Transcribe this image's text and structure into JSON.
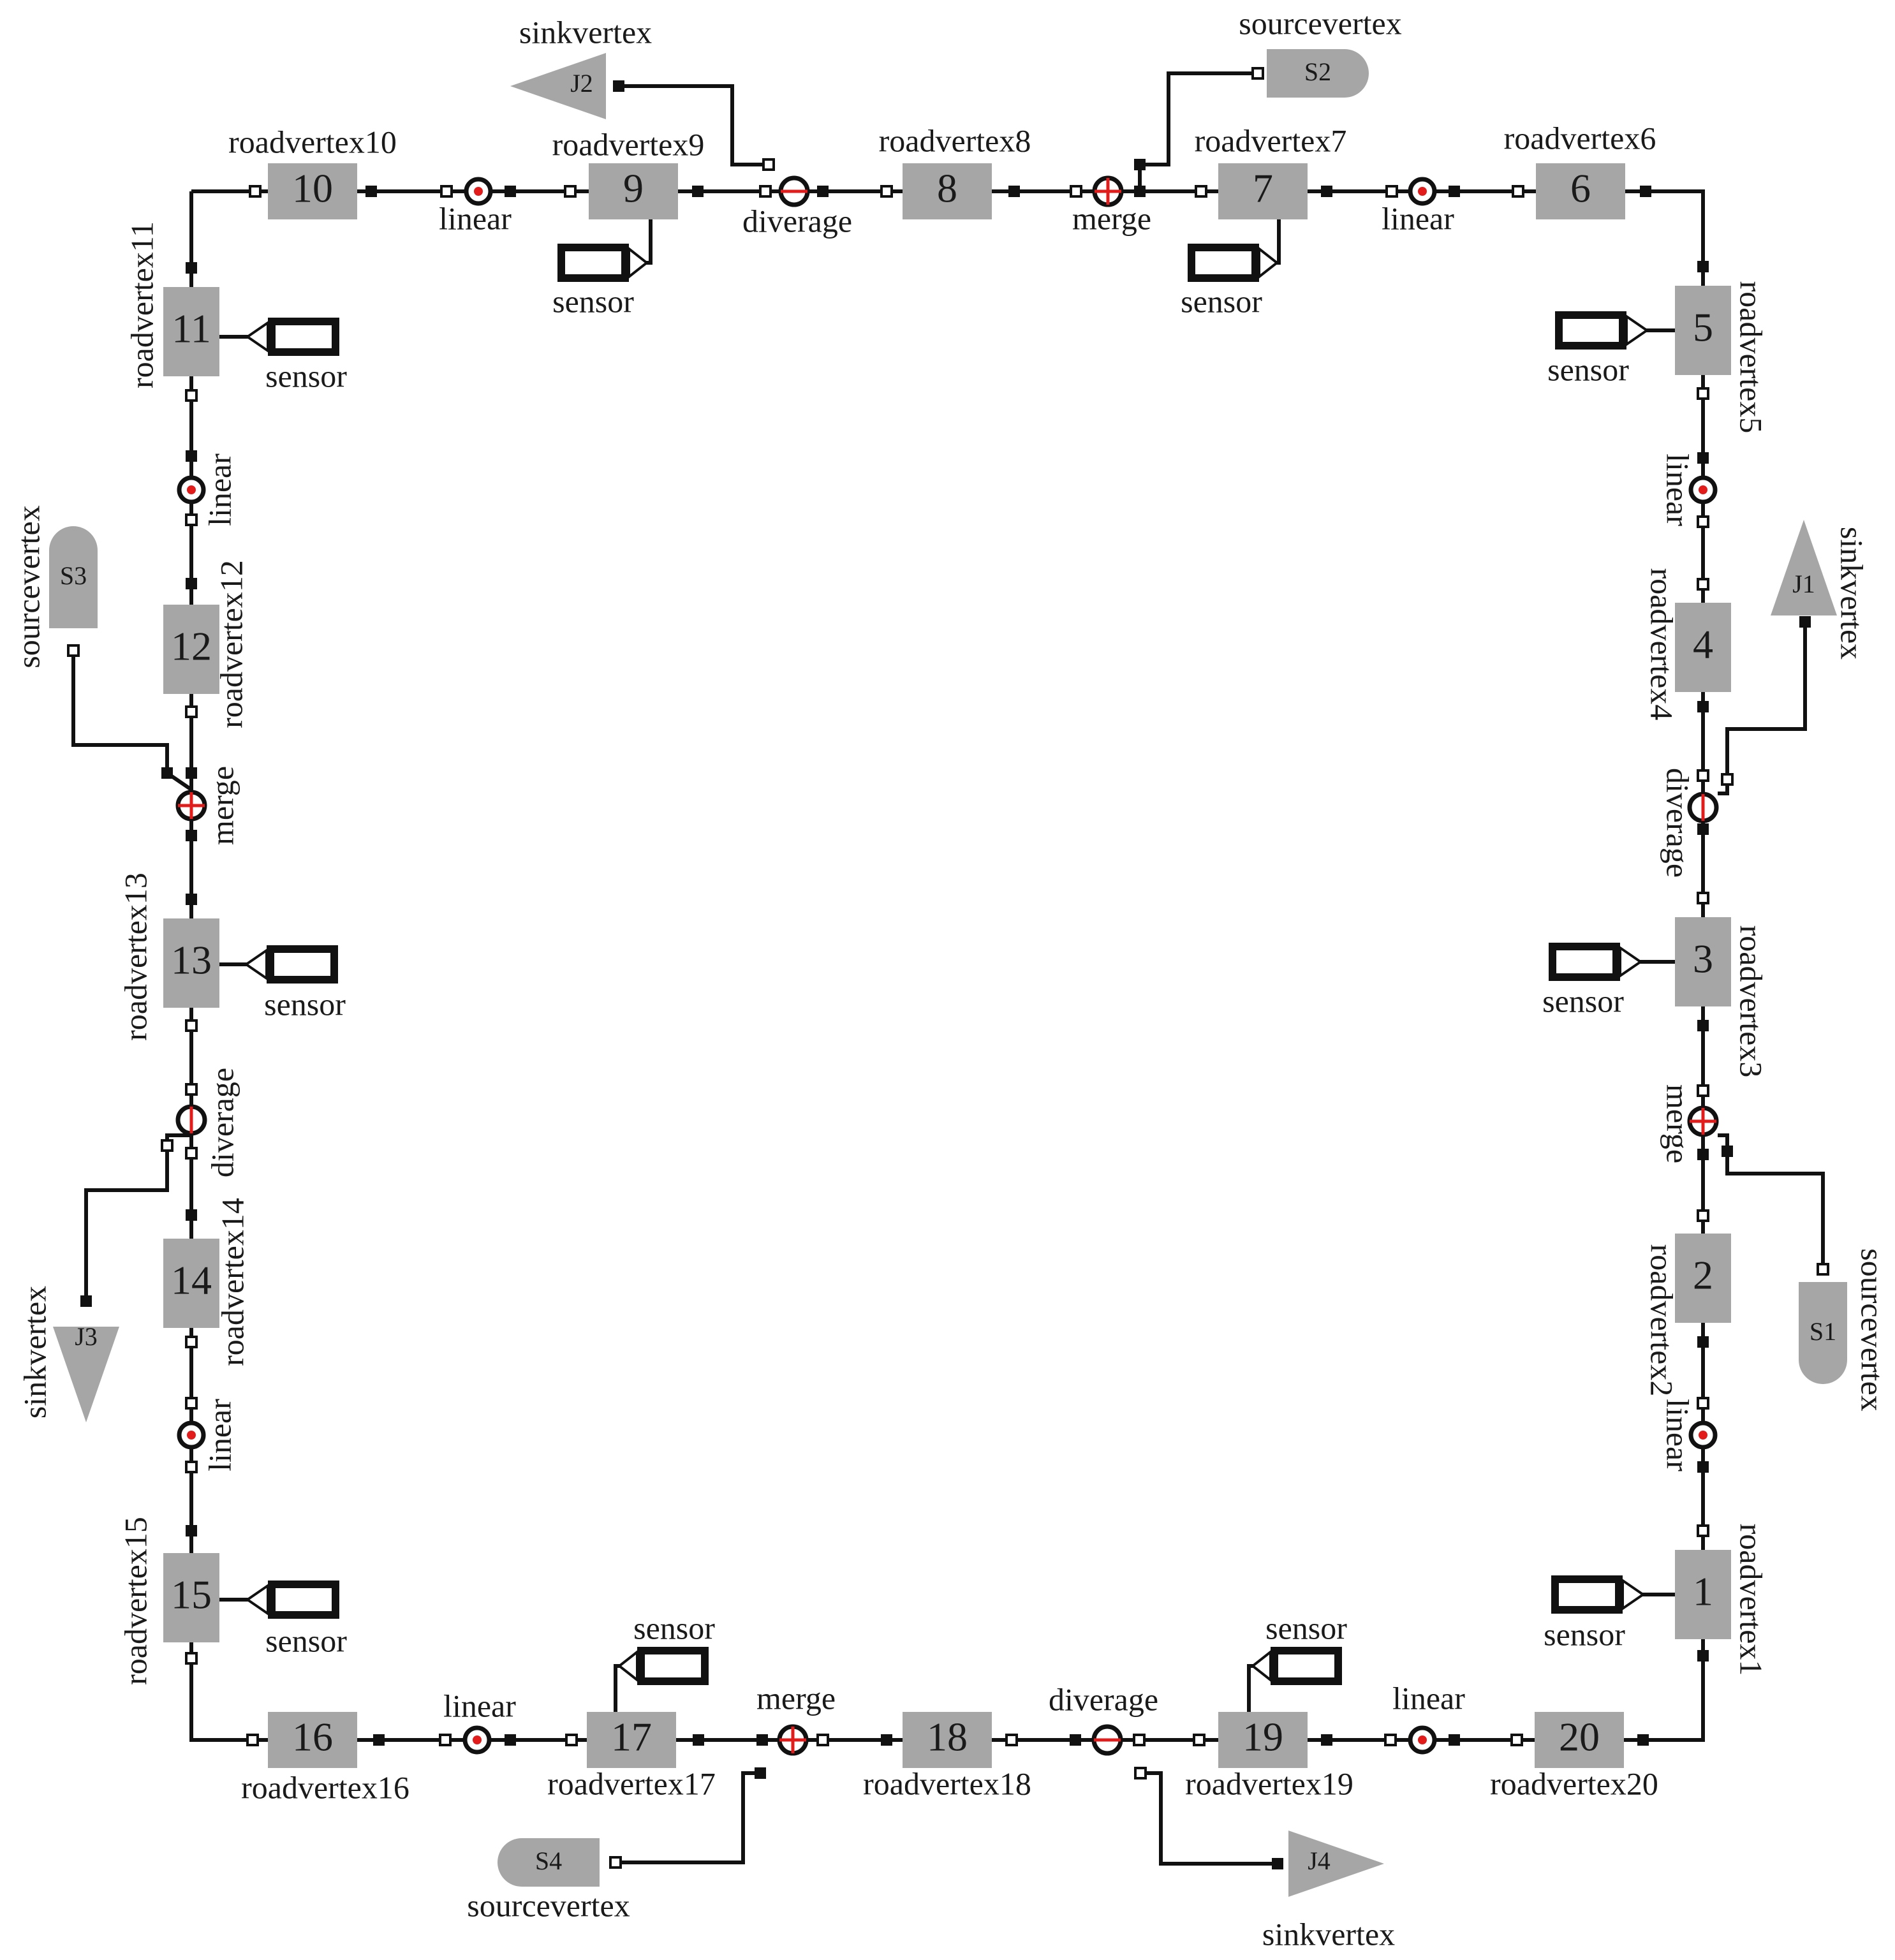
{
  "road_vertices": [
    {
      "num": "1",
      "name": "roadvertex1"
    },
    {
      "num": "2",
      "name": "roadvertex2"
    },
    {
      "num": "3",
      "name": "roadvertex3"
    },
    {
      "num": "4",
      "name": "roadvertex4"
    },
    {
      "num": "5",
      "name": "roadvertex5"
    },
    {
      "num": "6",
      "name": "roadvertex6"
    },
    {
      "num": "7",
      "name": "roadvertex7"
    },
    {
      "num": "8",
      "name": "roadvertex8"
    },
    {
      "num": "9",
      "name": "roadvertex9"
    },
    {
      "num": "10",
      "name": "roadvertex10"
    },
    {
      "num": "11",
      "name": "roadvertex11"
    },
    {
      "num": "12",
      "name": "roadvertex12"
    },
    {
      "num": "13",
      "name": "roadvertex13"
    },
    {
      "num": "14",
      "name": "roadvertex14"
    },
    {
      "num": "15",
      "name": "roadvertex15"
    },
    {
      "num": "16",
      "name": "roadvertex16"
    },
    {
      "num": "17",
      "name": "roadvertex17"
    },
    {
      "num": "18",
      "name": "roadvertex18"
    },
    {
      "num": "19",
      "name": "roadvertex19"
    },
    {
      "num": "20",
      "name": "roadvertex20"
    }
  ],
  "labels": {
    "linear": "linear",
    "merge": "merge",
    "diverage": "diverage",
    "sensor": "sensor",
    "sourcevertex": "sourcevertex",
    "sinkvertex": "sinkvertex"
  },
  "sources": [
    "S1",
    "S2",
    "S3",
    "S4"
  ],
  "sinks": [
    "J1",
    "J2",
    "J3",
    "J4"
  ],
  "colors": {
    "block_fill": "#a6a6a6",
    "line": "#111111",
    "accent_red": "#e21b1b"
  }
}
